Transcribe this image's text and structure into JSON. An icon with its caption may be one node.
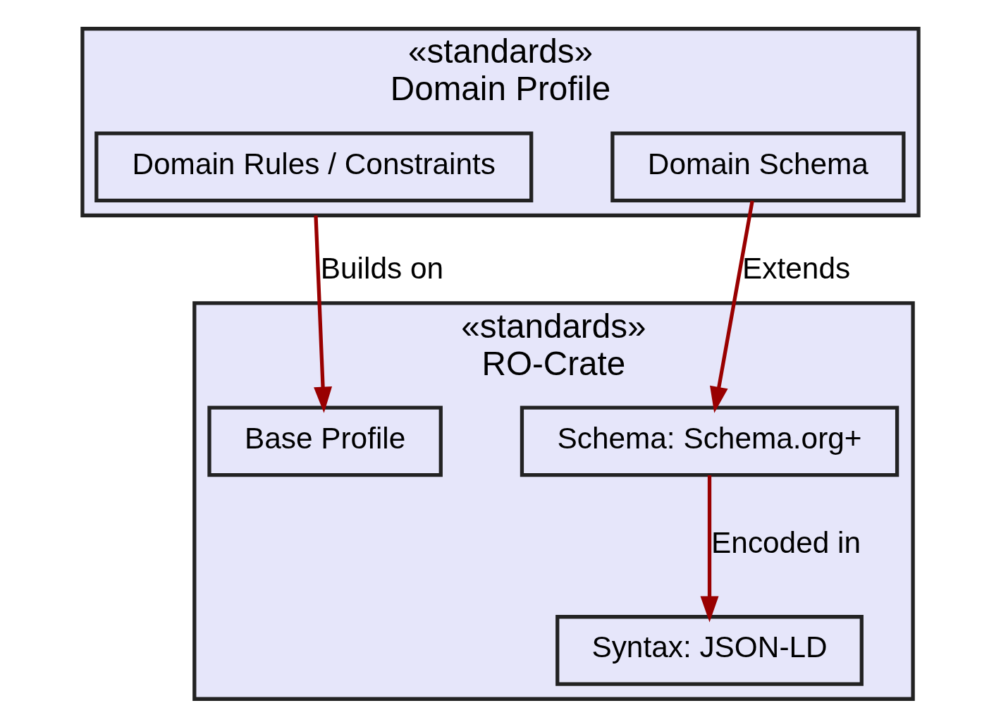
{
  "diagram": {
    "nodes": [
      {
        "text": [
          "«standards»",
          "Domain Profile"
        ]
      },
      {
        "text": [
          "Domain Rules / Constraints"
        ],
        "in": 0
      },
      {
        "text": [
          "Domain Schema"
        ],
        "in": 0
      },
      {
        "text": [
          "«standards»",
          "RO-Crate"
        ]
      },
      {
        "text": [
          "Base Profile"
        ],
        "in": 3
      },
      {
        "text": [
          "Schema: Schema.org+"
        ],
        "in": 3
      },
      {
        "text": [
          "Syntax: JSON-LD"
        ],
        "in": 3
      }
    ],
    "edges": [
      {
        "from": 0,
        "to": 4,
        "label": "Builds on",
        "arrow": "to"
      },
      {
        "from": 2,
        "to": 5,
        "label": "Extends",
        "arrow": "to"
      },
      {
        "from": 5,
        "to": 6,
        "label": "Encoded in",
        "arrow": "to"
      }
    ]
  }
}
